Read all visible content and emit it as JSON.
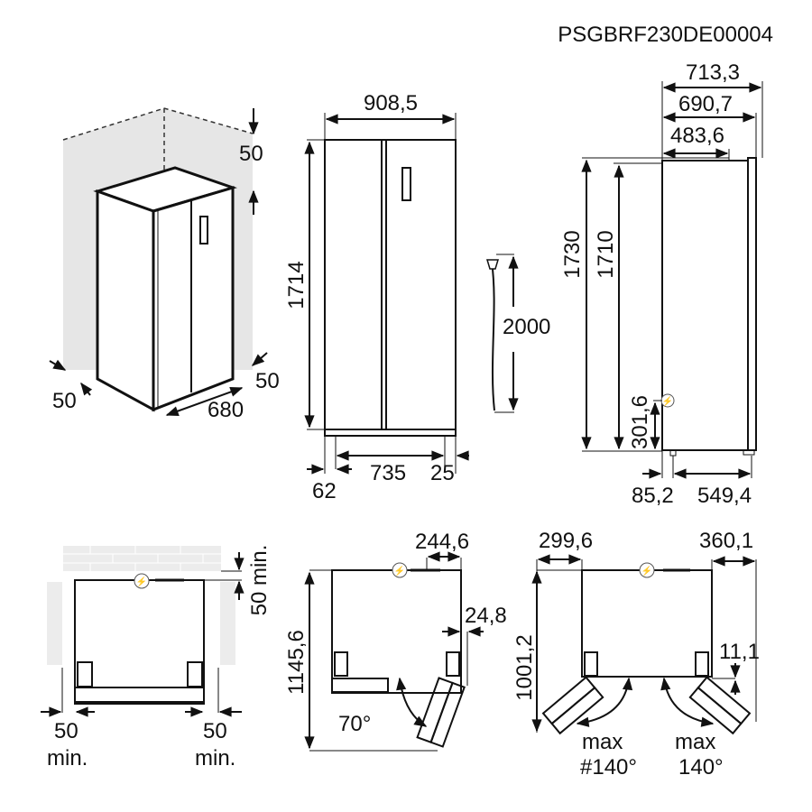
{
  "document": {
    "code": "PSGBRF230DE00004"
  },
  "isometric_view": {
    "clearance_top": "50",
    "clearance_left": "50",
    "clearance_right": "50",
    "depth": "680"
  },
  "front_view": {
    "width": "908,5",
    "height": "1714",
    "foot_offset_left": "62",
    "foot_spacing": "735",
    "foot_offset_right": "25"
  },
  "power_cord": {
    "length": "2000"
  },
  "side_view": {
    "depth_total": "713,3",
    "depth_with_door": "690,7",
    "depth_top_step": "483,6",
    "height_total": "1730",
    "height_body": "1710",
    "socket_height": "301,6",
    "foot_offset_back": "85,2",
    "foot_spacing": "549,4"
  },
  "top_view_clearance": {
    "clearance_back": "50 min.",
    "clearance_left_value": "50",
    "clearance_left_unit": "min.",
    "clearance_right_value": "50",
    "clearance_right_unit": "min."
  },
  "top_view_70": {
    "door_offset": "244,6",
    "side_protrusion": "24,8",
    "depth_open": "1145,6",
    "angle": "70°"
  },
  "top_view_140": {
    "left_swing": "299,6",
    "right_swing": "360,1",
    "depth_open": "1001,2",
    "hinge_offset": "11,1",
    "left_label_1": "max",
    "left_label_2": "#140°",
    "right_label_1": "max",
    "right_label_2": "140°"
  },
  "colors": {
    "line": "#111111",
    "wall": "#e6e6e6",
    "background": "#ffffff"
  }
}
